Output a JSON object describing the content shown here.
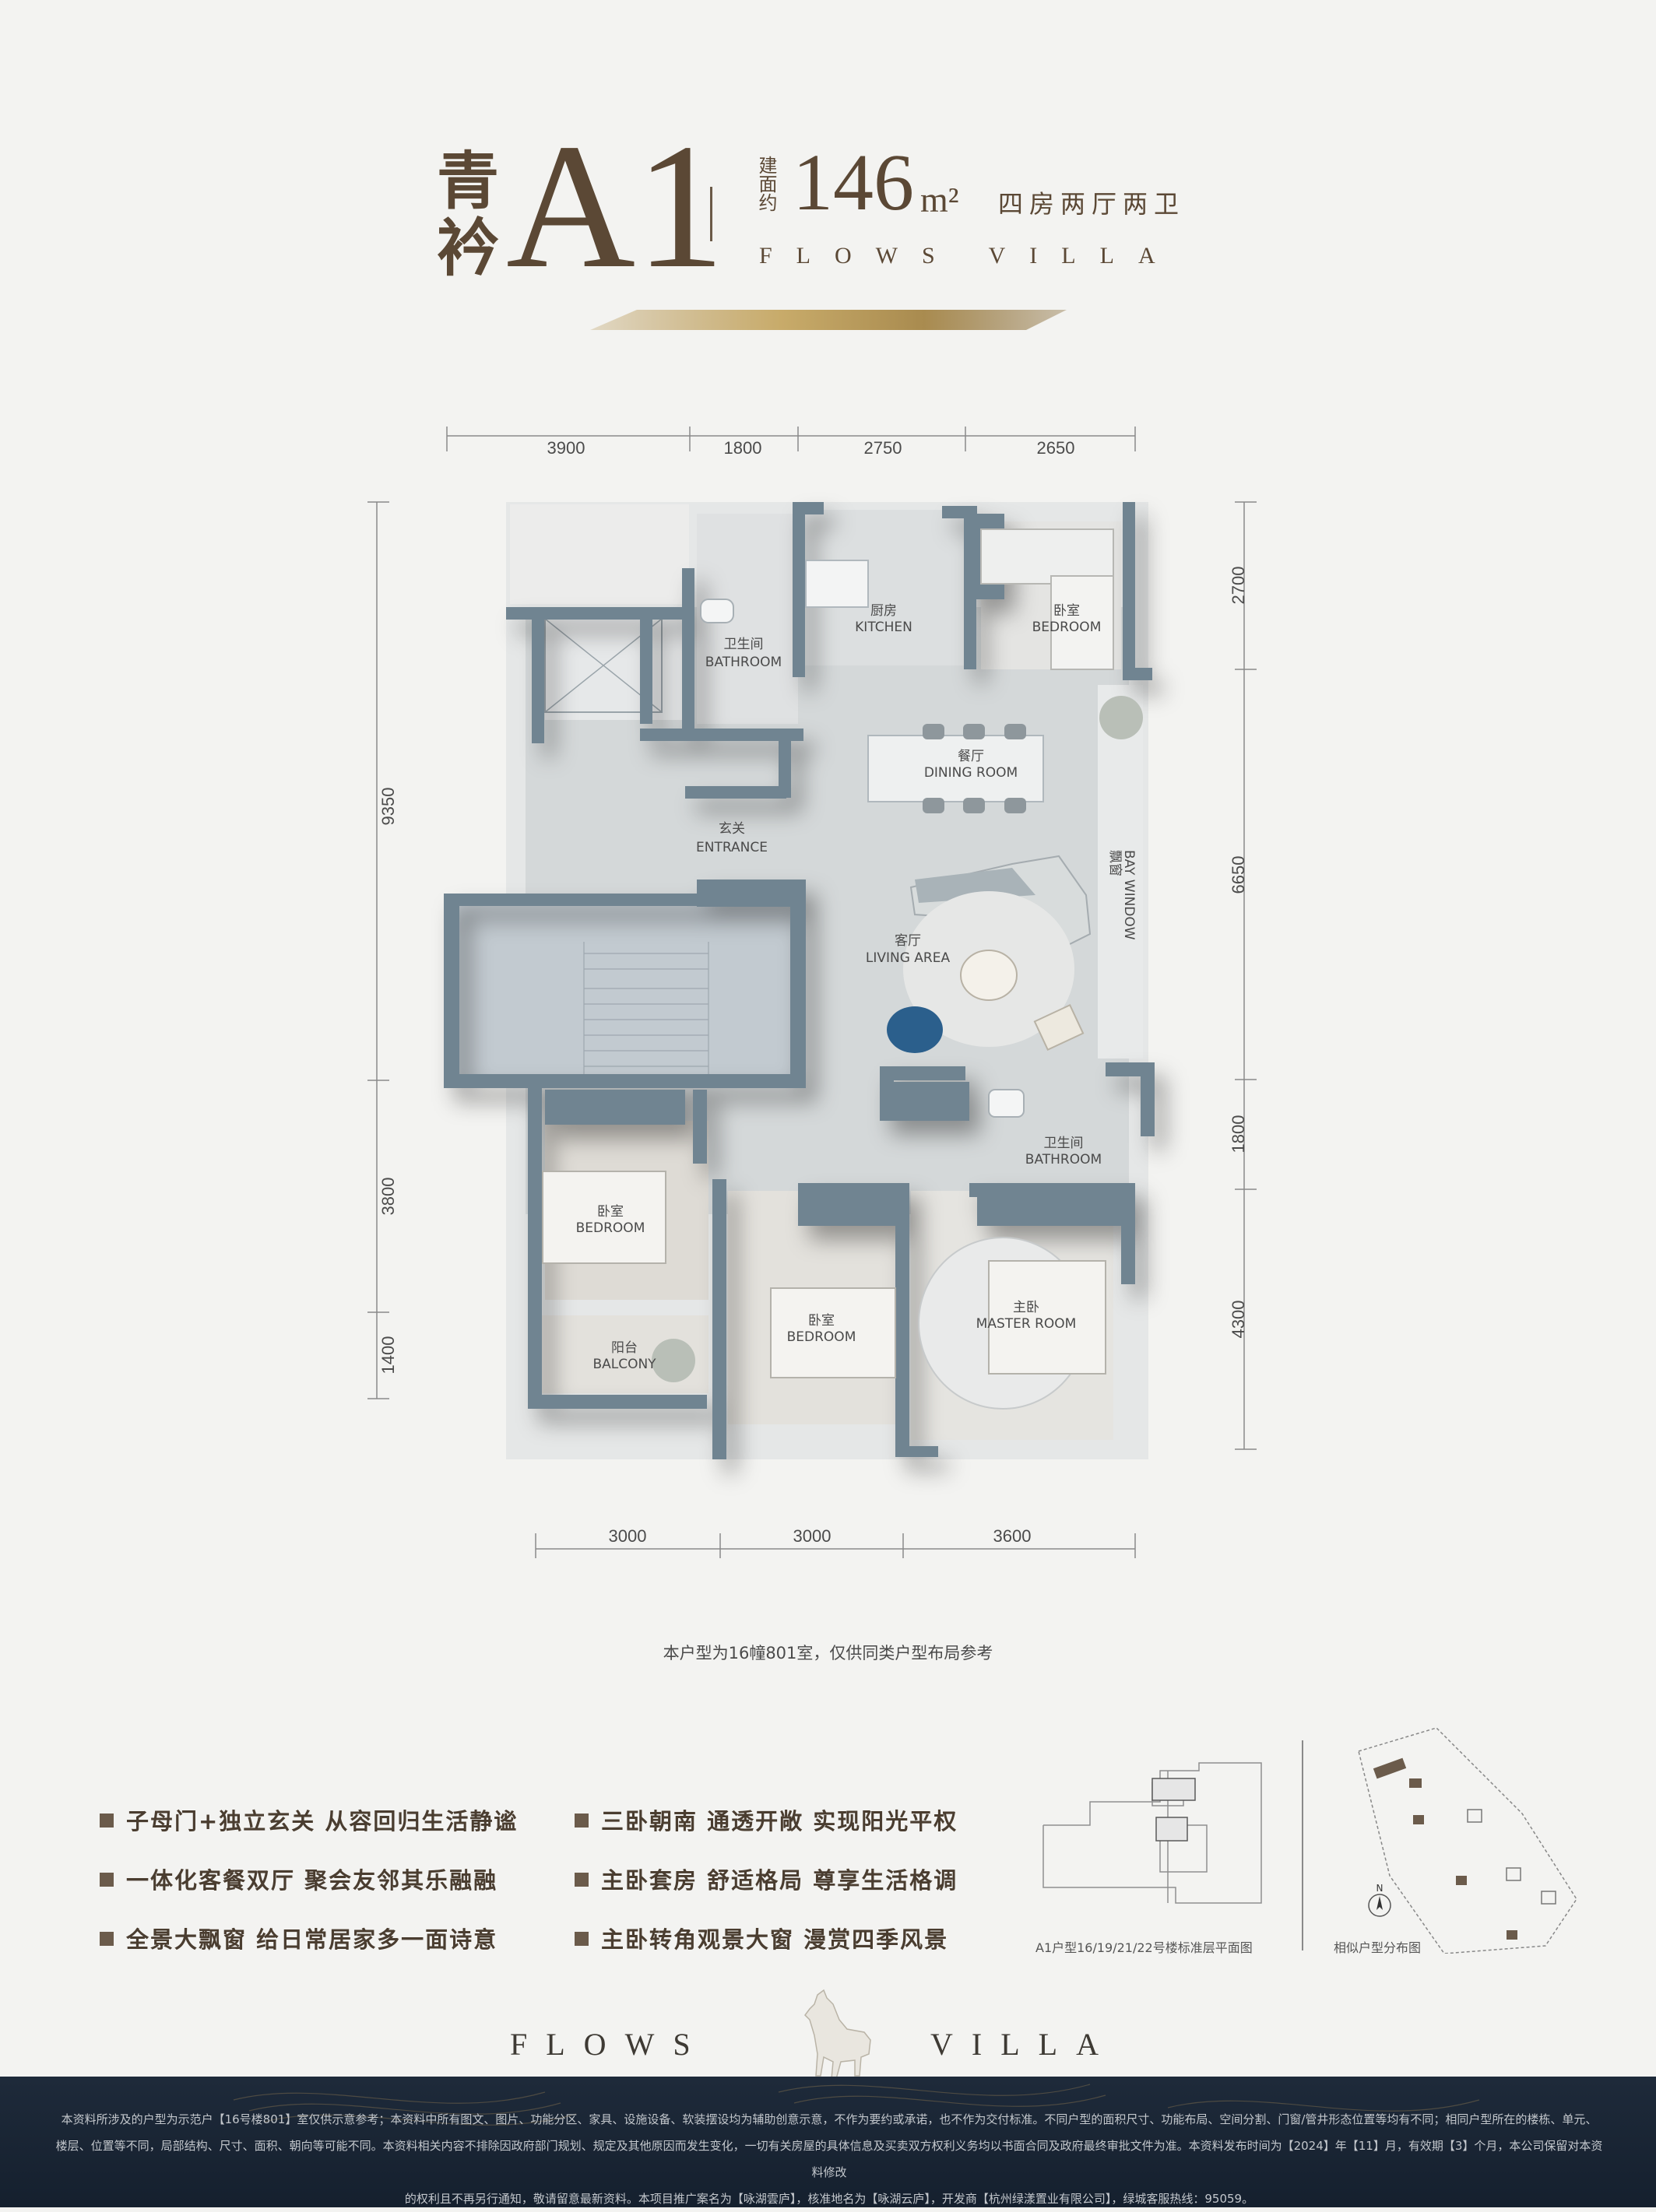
{
  "header": {
    "name_cn": "青衿",
    "code": "A1",
    "area_prefix": "建面约",
    "area_value": "146",
    "area_unit": "m²",
    "layout_desc": "四房两厅两卫",
    "brand": "FLOWS VILLA"
  },
  "plan": {
    "dims_top": [
      "3900",
      "1800",
      "2750",
      "2650"
    ],
    "dims_bottom": [
      "3000",
      "3000",
      "3600"
    ],
    "dims_left": [
      "9350",
      "3800",
      "1400"
    ],
    "dims_right": [
      "2700",
      "6650",
      "1800",
      "4300"
    ],
    "rooms": {
      "bathroom1_cn": "卫生间",
      "bathroom1_en": "BATHROOM",
      "kitchen_cn": "厨房",
      "kitchen_en": "KITCHEN",
      "bedroom_ne_cn": "卧室",
      "bedroom_ne_en": "BEDROOM",
      "dining_cn": "餐厅",
      "dining_en": "DINING ROOM",
      "entrance_cn": "玄关",
      "entrance_en": "ENTRANCE",
      "bay_cn": "飘窗",
      "bay_en": "BAY WINDOW",
      "living_cn": "客厅",
      "living_en": "LIVING AREA",
      "bathroom2_cn": "卫生间",
      "bathroom2_en": "BATHROOM",
      "bedroom_w_cn": "卧室",
      "bedroom_w_en": "BEDROOM",
      "bedroom_s_cn": "卧室",
      "bedroom_s_en": "BEDROOM",
      "master_cn": "主卧",
      "master_en": "MASTER ROOM",
      "balcony_cn": "阳台",
      "balcony_en": "BALCONY"
    },
    "reference_note": "本户型为16幢801室，仅供同类户型布局参考"
  },
  "features": [
    "子母门+独立玄关 从容回归生活静谧",
    "一体化客餐双厅 聚会友邻其乐融融",
    "全景大飘窗 给日常居家多一面诗意",
    "三卧朝南 通透开敞 实现阳光平权",
    "主卧套房 舒适格局 尊享生活格调",
    "主卧转角观景大窗 漫赏四季风景"
  ],
  "thumbnails": {
    "floor_plan_caption": "A1户型16/19/21/22号楼标准层平面图",
    "site_caption": "相似户型分布图",
    "north": "N"
  },
  "footer": {
    "brand_left": "FLOWS",
    "brand_right": "VILLA",
    "disclaimer_1": "本资料所涉及的户型为示范户【16号楼801】室仅供示意参考；本资料中所有图文、图片、功能分区、家具、设施设备、软装摆设均为辅助创意示意，不作为要约或承诺，也不作为交付标准。不同户型的面积尺寸、功能布局、空间分割、门窗/管井形态位置等均有不同；相同户型所在的楼栋、单元、",
    "disclaimer_2": "楼层、位置等不同，局部结构、尺寸、面积、朝向等可能不同。本资料相关内容不排除因政府部门规划、规定及其他原因而发生变化，一切有关房屋的具体信息及买卖双方权利义务均以书面合同及政府最终审批文件为准。本资料发布时间为【2024】年【11】月，有效期【3】个月，本公司保留对本资料修改",
    "disclaimer_3": "的权利且不再另行通知，敬请留意最新资料。本项目推广案名为【咏湖雲庐】，核准地名为【咏湖云庐】，开发商【杭州绿漾置业有限公司】，绿城客服热线：95059。"
  },
  "colors": {
    "brand_brown": "#5b4835",
    "wall_blue_grey": "#6f8491",
    "floor_grey": "#d8dbdc",
    "footer_navy": "#1a2534"
  }
}
